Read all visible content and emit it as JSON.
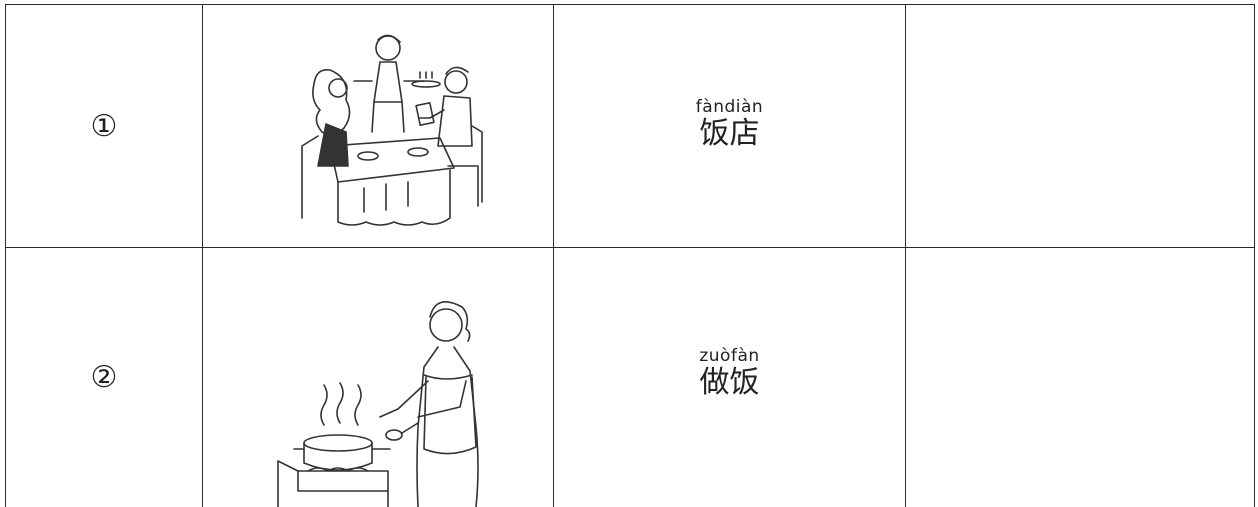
{
  "table": {
    "rows": [
      {
        "number": "①",
        "image_icon": "restaurant-scene-icon",
        "pinyin": "fàndiàn",
        "hanzi": "饭店",
        "answer": ""
      },
      {
        "number": "②",
        "image_icon": "cooking-scene-icon",
        "pinyin": "zuòfàn",
        "hanzi": "做饭",
        "answer": ""
      }
    ]
  }
}
